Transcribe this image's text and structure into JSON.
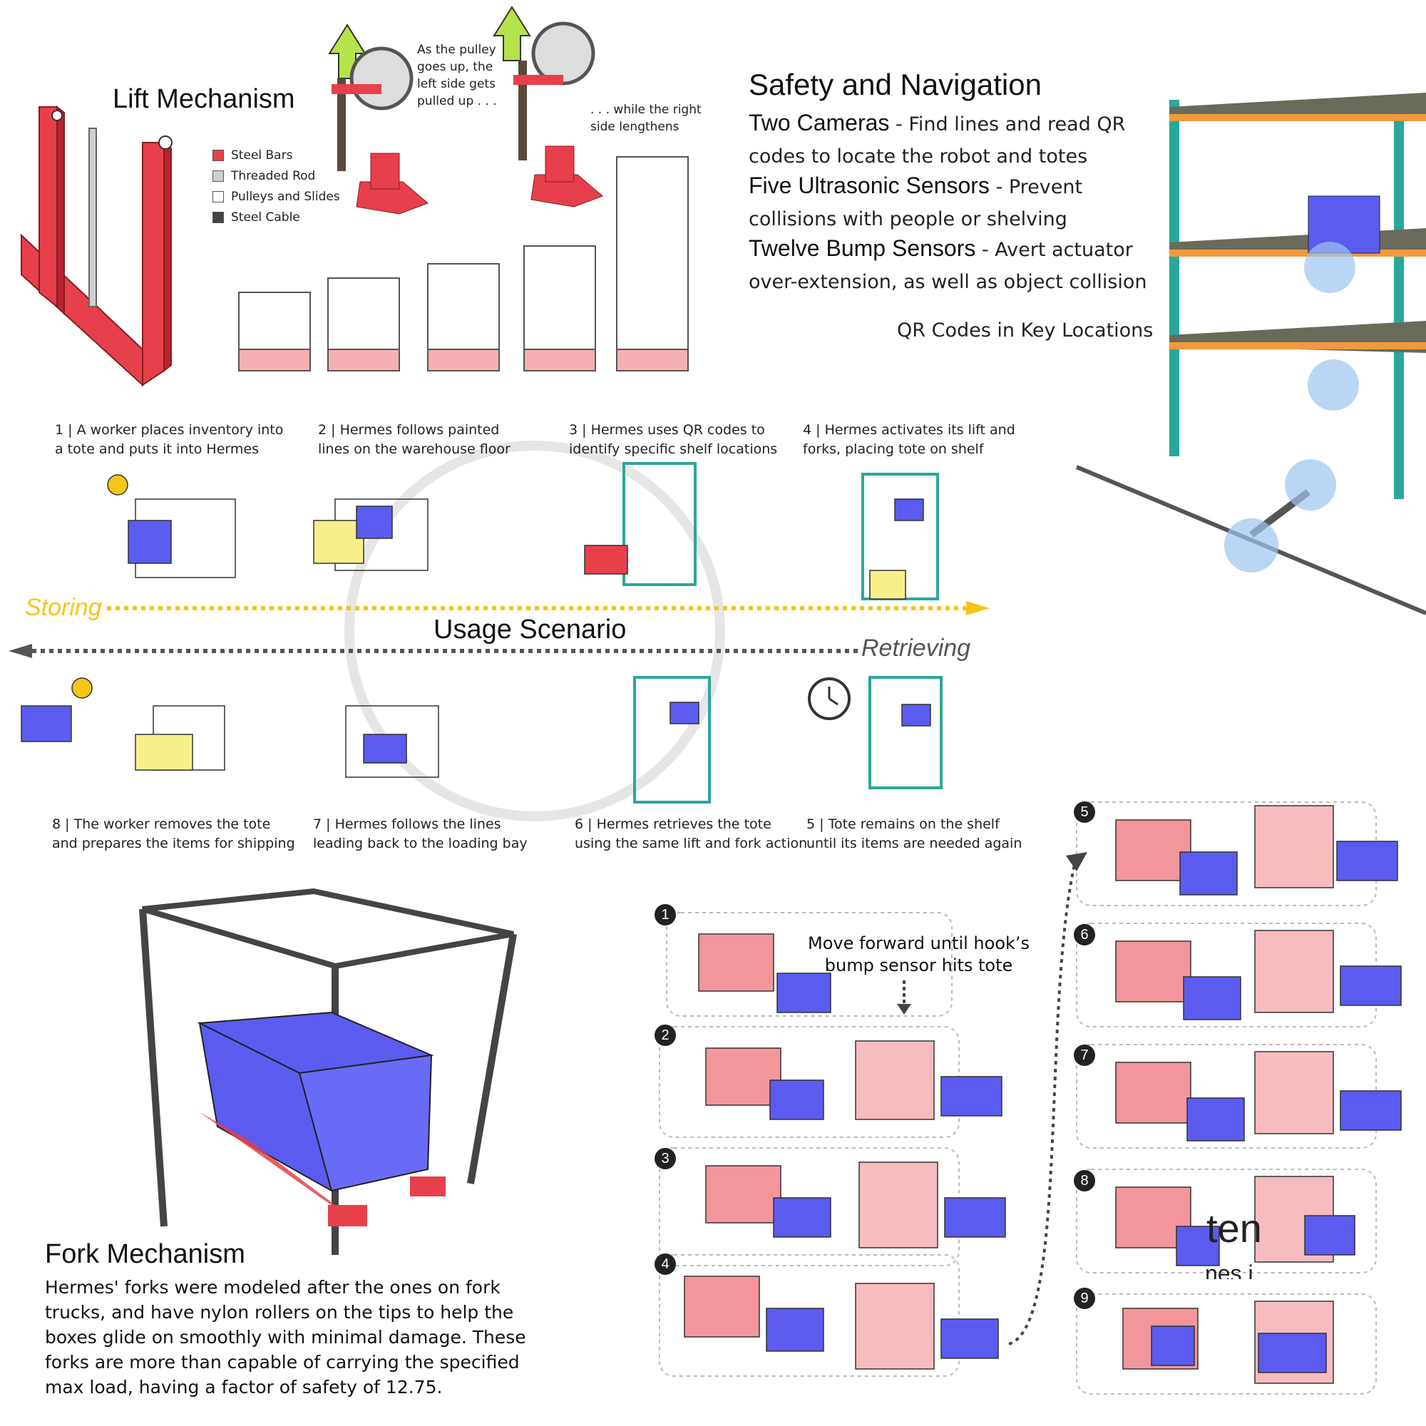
{
  "lift": {
    "title": "Lift Mechanism",
    "note_left": [
      "As the pulley",
      "goes up, the",
      "left side gets",
      "pulled up . . ."
    ],
    "note_right": [
      ". . . while the right",
      "side lengthens"
    ],
    "legend": [
      {
        "label": "Steel Bars",
        "color": "#e8404a"
      },
      {
        "label": "Threaded Rod",
        "color": "#cfcfcf"
      },
      {
        "label": "Pulleys and Slides",
        "color": "#ffffff"
      },
      {
        "label": "Steel Cable",
        "color": "#444444"
      }
    ]
  },
  "safety": {
    "title": "Safety and Navigation",
    "items": [
      {
        "head": "Two Cameras",
        "sep": " - ",
        "lines": [
          "Find lines and read QR",
          "codes to locate the robot and totes"
        ]
      },
      {
        "head": "Five Ultrasonic Sensors",
        "sep": " - ",
        "lines": [
          "Prevent",
          "collisions with people or shelving"
        ]
      },
      {
        "head": "Twelve Bump Sensors",
        "sep": " - ",
        "lines": [
          "Avert actuator",
          "over-extension, as well as object collision"
        ]
      }
    ],
    "qr_caption": "QR Codes in Key Locations"
  },
  "usage": {
    "title": "Usage Scenario",
    "storing": "Storing",
    "retrieving": "Retrieving",
    "steps": [
      {
        "num": "1",
        "line1": "A worker places inventory into",
        "line2": "a tote and puts it into Hermes"
      },
      {
        "num": "2",
        "line1": "Hermes follows painted",
        "line2": "lines on the warehouse floor"
      },
      {
        "num": "3",
        "line1": "Hermes uses QR codes to",
        "line2": "identify specific shelf locations"
      },
      {
        "num": "4",
        "line1": "Hermes activates its lift and",
        "line2": "forks, placing tote on shelf"
      },
      {
        "num": "5",
        "line1": "Tote remains on the shelf",
        "line2": "until its items are needed again"
      },
      {
        "num": "6",
        "line1": "Hermes retrieves the tote",
        "line2": "using the same lift and fork action"
      },
      {
        "num": "7",
        "line1": "Hermes follows the lines",
        "line2": "leading back to the loading bay"
      },
      {
        "num": "8",
        "line1": "The worker removes the tote",
        "line2": "and prepares the items for shipping"
      }
    ]
  },
  "fork": {
    "title": "Fork Mechanism",
    "body": [
      "Hermes' forks were modeled after the ones on fork",
      "trucks, and have nylon rollers on the tips to help the",
      "boxes glide on smoothly with minimal damage. These",
      "forks are more than capable of carrying the specified",
      "max load, having a factor of safety of 12.75."
    ]
  },
  "sequence": {
    "note": [
      "Move forward until hook’s",
      "bump sensor hits tote"
    ],
    "numbers": [
      "1",
      "2",
      "3",
      "4",
      "5",
      "6",
      "7",
      "8",
      "9"
    ],
    "overlay_text": "ten",
    "overlay_sub": "nes i"
  },
  "colors": {
    "steel": "#e8404a",
    "tote": "#5b5bf0",
    "battery": "#f7f08a",
    "rack": "#2aa79b",
    "beam": "#f39a3e",
    "shelf": "#7a7a66",
    "arrow_store": "#f5c518",
    "arrow_retrieve": "#555555"
  }
}
